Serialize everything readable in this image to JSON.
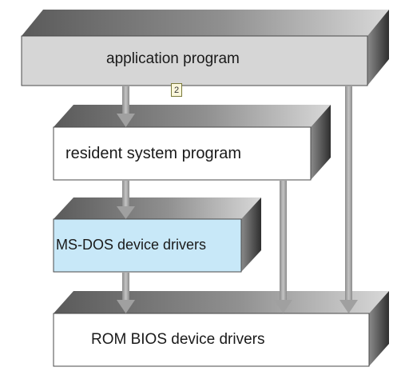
{
  "layers": {
    "application": {
      "label": "application program"
    },
    "resident": {
      "label": "resident system program"
    },
    "msdos": {
      "label": "MS-DOS device drivers"
    },
    "rom": {
      "label": "ROM BIOS device drivers"
    }
  },
  "marker": {
    "label": "2"
  },
  "colors": {
    "application_face": "#d6d6d6",
    "msdos_face": "#c8e8f8",
    "plain_face": "#ffffff",
    "arrow": "#a8a8a8"
  }
}
